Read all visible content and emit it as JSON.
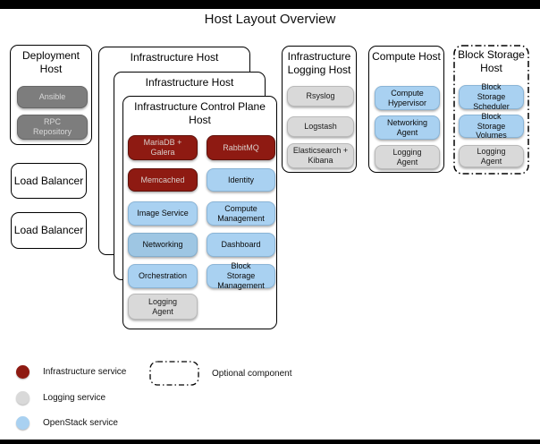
{
  "title": "Host Layout Overview",
  "colors": {
    "infrastructure_service": "#8e1a12",
    "logging_service": "#d9d9d9",
    "openstack_service": "#a9d1f1",
    "deployment_service": "#7d7d7d"
  },
  "hosts": {
    "deployment": {
      "title": "Deployment Host",
      "services": [
        {
          "label": "Ansible",
          "type": "deployment"
        },
        {
          "label": "RPC Repository",
          "type": "deployment"
        }
      ]
    },
    "load_balancer_a": {
      "title": "Load Balancer"
    },
    "load_balancer_b": {
      "title": "Load Balancer"
    },
    "infrastructure_a": {
      "title": "Infrastructure Host"
    },
    "infrastructure_b": {
      "title": "Infrastructure Host"
    },
    "control_plane": {
      "title": "Infrastructure Control Plane Host",
      "left_column": [
        {
          "label": "MariaDB + Galera",
          "type": "infrastructure"
        },
        {
          "label": "Memcached",
          "type": "infrastructure"
        },
        {
          "label": "Image Service",
          "type": "openstack"
        },
        {
          "label": "Networking",
          "type": "openstack"
        },
        {
          "label": "Orchestration",
          "type": "openstack"
        },
        {
          "label": "Logging Agent",
          "type": "logging"
        }
      ],
      "right_column": [
        {
          "label": "RabbitMQ",
          "type": "infrastructure"
        },
        {
          "label": "Identity",
          "type": "openstack"
        },
        {
          "label": "Compute Management",
          "type": "openstack"
        },
        {
          "label": "Dashboard",
          "type": "openstack"
        },
        {
          "label": "Block Storage Management",
          "type": "openstack"
        }
      ]
    },
    "logging_host": {
      "title": "Infrastructure Logging Host",
      "services": [
        {
          "label": "Rsyslog",
          "type": "logging"
        },
        {
          "label": "Logstash",
          "type": "logging"
        },
        {
          "label": "Elasticsearch + Kibana",
          "type": "logging"
        }
      ]
    },
    "compute": {
      "title": "Compute Host",
      "services": [
        {
          "label": "Compute Hypervisor",
          "type": "openstack"
        },
        {
          "label": "Networking Agent",
          "type": "openstack"
        },
        {
          "label": "Logging Agent",
          "type": "logging"
        }
      ]
    },
    "block_storage": {
      "title": "Block Storage Host",
      "optional": true,
      "services": [
        {
          "label": "Block Storage Scheduler",
          "type": "openstack"
        },
        {
          "label": "Block Storage Volumes",
          "type": "openstack"
        },
        {
          "label": "Logging Agent",
          "type": "logging"
        }
      ]
    }
  },
  "legend": {
    "items": [
      {
        "label": "Infrastructure service",
        "color": "#8e1a12"
      },
      {
        "label": "Logging service",
        "color": "#d9d9d9"
      },
      {
        "label": "OpenStack service",
        "color": "#a9d1f1"
      }
    ],
    "optional": {
      "label": "Optional component"
    }
  }
}
